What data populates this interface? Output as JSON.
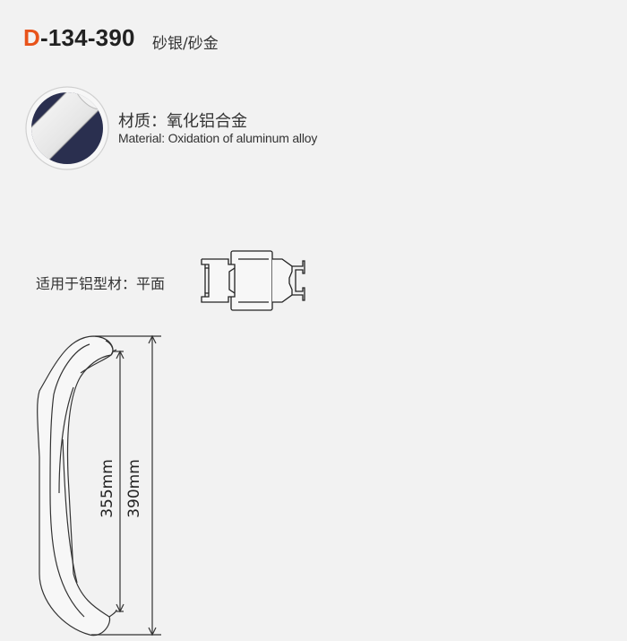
{
  "product": {
    "code_prefix": "D",
    "code_rest": "-134-390",
    "finish": "砂银/砂金"
  },
  "material": {
    "label_cn": "材质：氧化铝合金",
    "label_en": "Material: Oxidation of aluminum alloy"
  },
  "profile": {
    "label": "适用于铝型材：平面"
  },
  "dimensions": {
    "inner": "355mm",
    "overall": "390mm"
  }
}
